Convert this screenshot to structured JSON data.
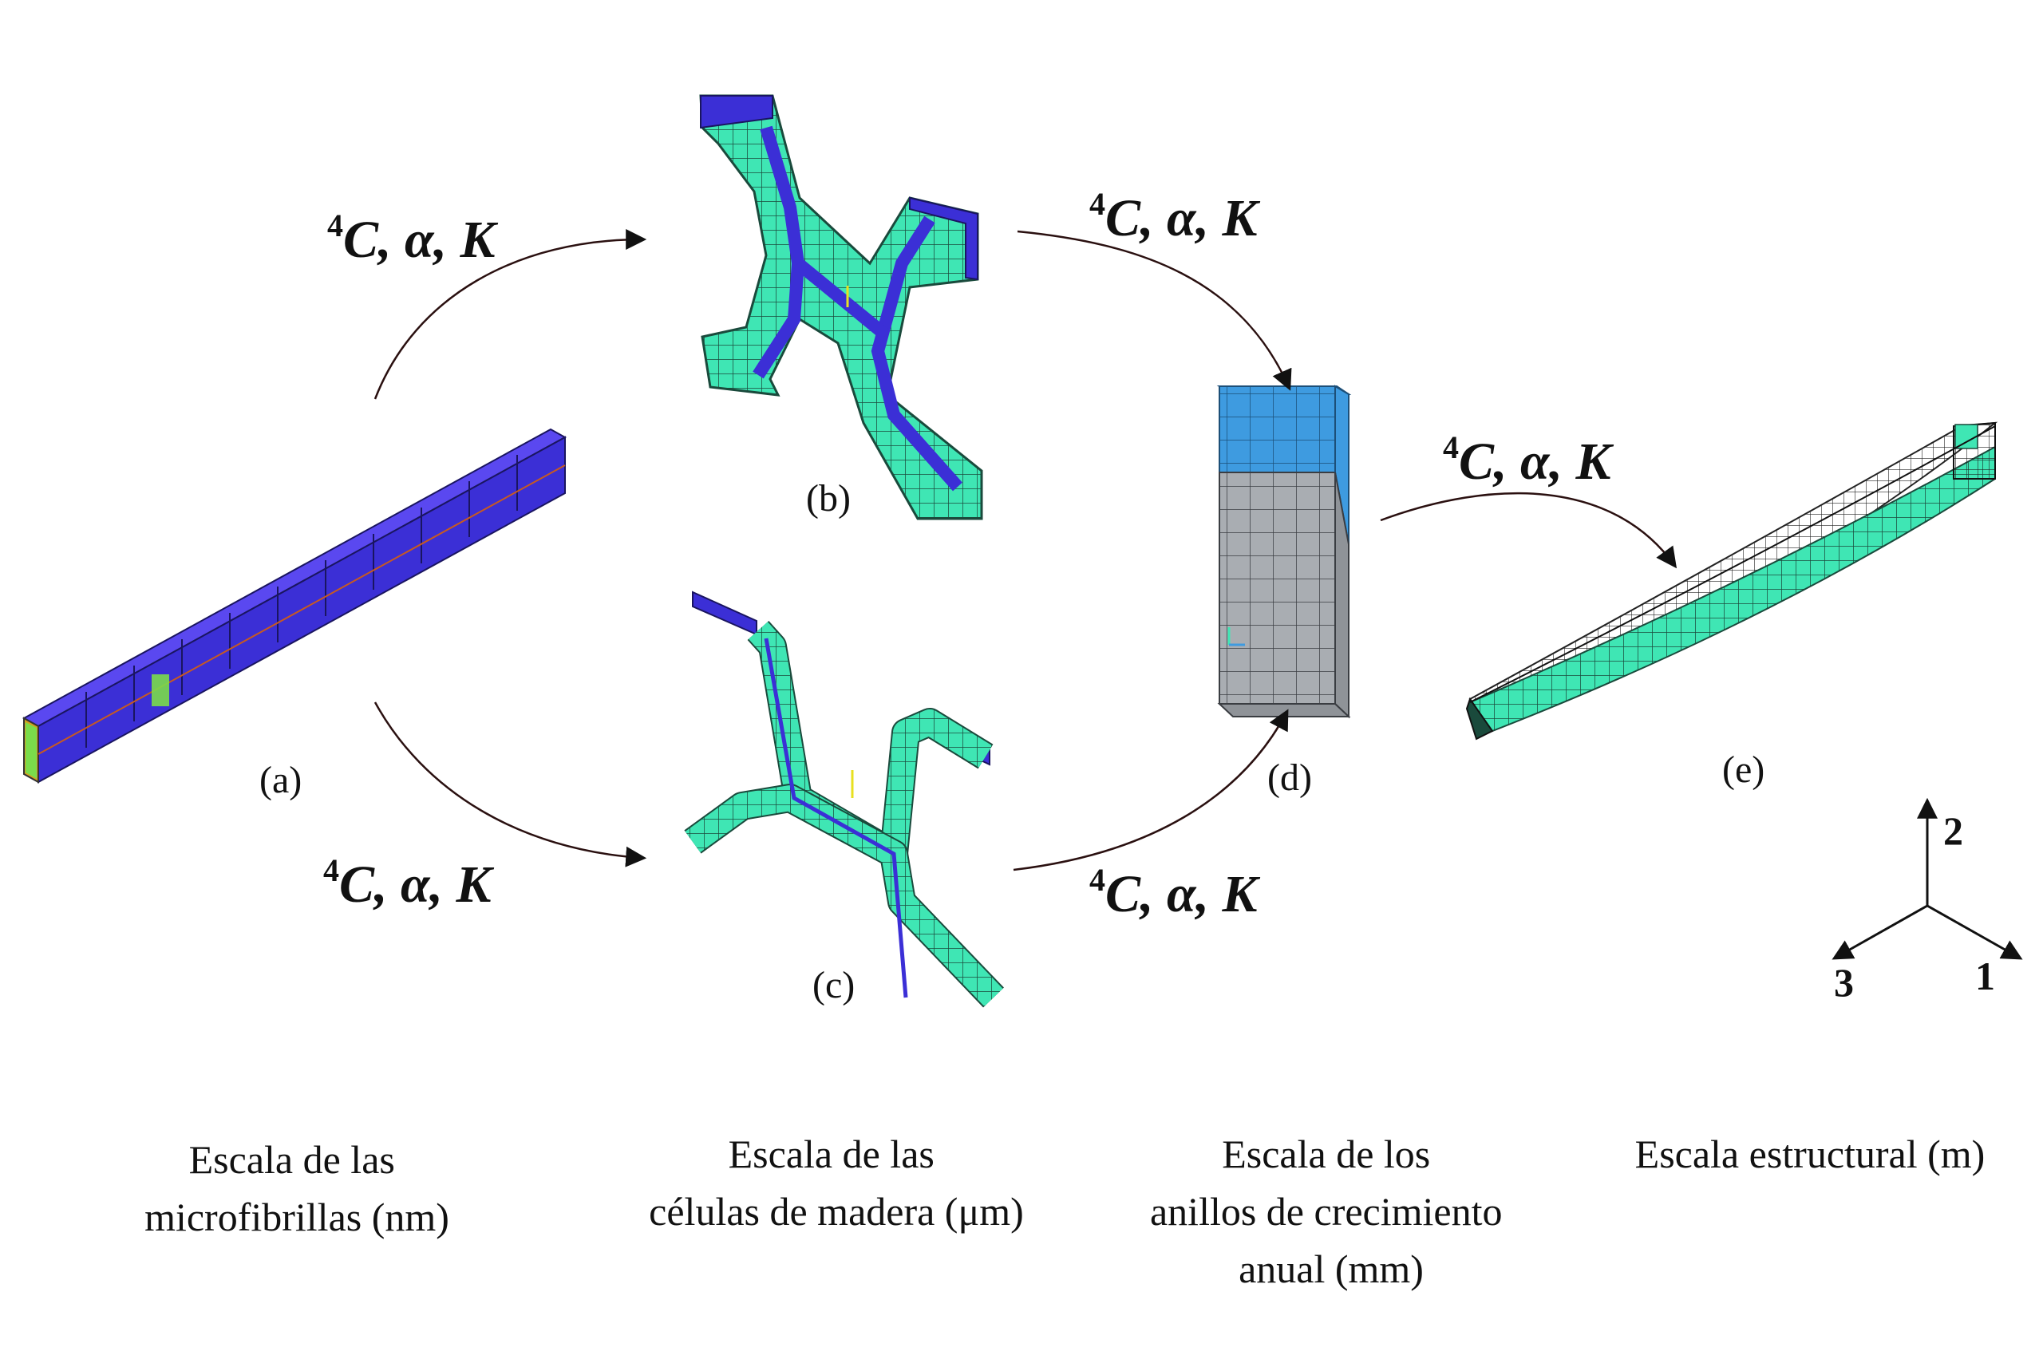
{
  "panels": [
    {
      "id": "a",
      "label": "(a)"
    },
    {
      "id": "b",
      "label": "(b)"
    },
    {
      "id": "c",
      "label": "(c)"
    },
    {
      "id": "d",
      "label": "(d)"
    },
    {
      "id": "e",
      "label": "(e)"
    }
  ],
  "transfer_label": {
    "superscript": "4",
    "main": "C, α, K"
  },
  "scales": [
    {
      "lines": [
        "Escala de las",
        "microfibrillas (nm)"
      ]
    },
    {
      "lines": [
        "Escala de las",
        "células de madera (μm)"
      ]
    },
    {
      "lines": [
        "Escala de los",
        "anillos de crecimiento",
        "anual (mm)"
      ]
    },
    {
      "lines": [
        "Escala estructural  (m)"
      ]
    }
  ],
  "axes": {
    "axis_1": "1",
    "axis_2": "2",
    "axis_3": "3"
  },
  "colors": {
    "mesh_green": "#3fe6b4",
    "mesh_blue": "#3b2fd6",
    "mesh_light_blue": "#3e9be0",
    "mesh_gray": "#a9adb2",
    "arrow": "#2a1010"
  }
}
